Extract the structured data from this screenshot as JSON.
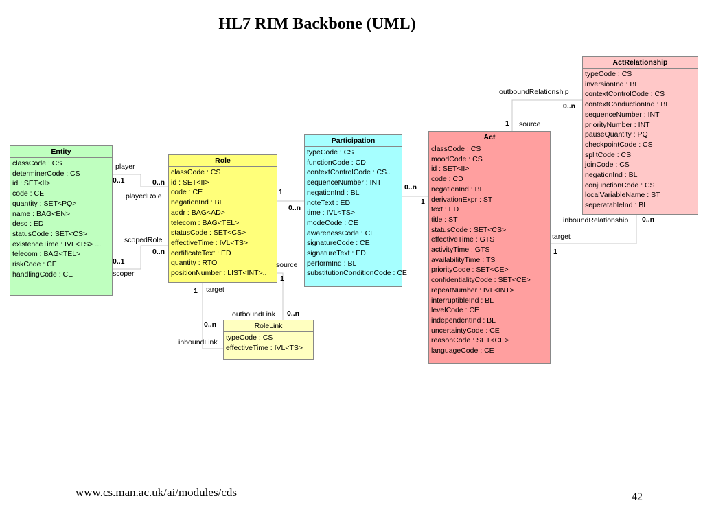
{
  "title": "HL7 RIM Backbone (UML)",
  "footer_url": "www.cs.man.ac.uk/ai/modules/cds",
  "page_number": "42",
  "classes": {
    "entity": {
      "name": "Entity",
      "attributes": [
        "classCode : CS",
        "determinerCode : CS",
        "id : SET<II>",
        "code : CE",
        "quantity : SET<PQ>",
        "name : BAG<EN>",
        "desc : ED",
        "statusCode : SET<CS>",
        "existenceTime : IVL<TS> ...",
        "telecom : BAG<TEL>",
        "riskCode : CE",
        "handlingCode : CE"
      ]
    },
    "role": {
      "name": "Role",
      "attributes": [
        "classCode : CS",
        "id : SET<II>",
        "code : CE",
        "negationInd : BL",
        "addr : BAG<AD>",
        "telecom : BAG<TEL>",
        "statusCode : SET<CS>",
        "effectiveTime : IVL<TS>",
        "certificateText : ED",
        "quantity : RTO",
        "positionNumber : LIST<INT>.."
      ]
    },
    "participation": {
      "name": "Participation",
      "attributes": [
        "typeCode : CS",
        "functionCode : CD",
        "contextControlCode : CS..",
        "sequenceNumber : INT",
        "negationInd : BL",
        "noteText : ED",
        "time : IVL<TS>",
        "modeCode : CE",
        "awarenessCode : CE",
        "signatureCode : CE",
        "signatureText : ED",
        "performInd : BL",
        "substitutionConditionCode : CE"
      ]
    },
    "act": {
      "name": "Act",
      "attributes": [
        "classCode : CS",
        "moodCode : CS",
        "id : SET<II>",
        "code : CD",
        "negationInd : BL",
        "derivationExpr : ST",
        "text : ED",
        "title : ST",
        "statusCode : SET<CS>",
        "effectiveTime : GTS",
        "activityTime : GTS",
        "availabilityTime : TS",
        "priorityCode : SET<CE>",
        "confidentialityCode : SET<CE>",
        "repeatNumber : IVL<INT>",
        "interruptibleInd : BL",
        "levelCode : CE",
        "independentInd : BL",
        "uncertaintyCode : CE",
        "reasonCode : SET<CE>",
        "languageCode : CE"
      ]
    },
    "act_relationship": {
      "name": "ActRelationship",
      "attributes": [
        "typeCode : CS",
        "inversionInd : BL",
        "contextControlCode : CS",
        "contextConductionInd : BL",
        "sequenceNumber : INT",
        "priorityNumber : INT",
        "pauseQuantity : PQ",
        "checkpointCode : CS",
        "splitCode : CS",
        "joinCode : CS",
        "negationInd : BL",
        "conjunctionCode : CS",
        "localVariableName : ST",
        "seperatableInd : BL"
      ]
    },
    "role_link": {
      "name": "RoleLink",
      "attributes": [
        "typeCode : CS",
        "effectiveTime : IVL<TS>"
      ]
    }
  },
  "associations": {
    "player": {
      "role_name": "player",
      "end_role_name": "playedRole",
      "mult_entity": "0..1",
      "mult_role": "0..n"
    },
    "scoper": {
      "role_name": "scoper",
      "end_role_name": "scopedRole",
      "mult_entity": "0..1",
      "mult_role": "0..n"
    },
    "role_participation": {
      "mult_role": "1",
      "mult_participation": "0..n"
    },
    "participation_act": {
      "mult_participation": "0..n",
      "mult_act": "1"
    },
    "role_rolelink": {
      "source_label": "source",
      "target_label": "target",
      "outbound_label": "outboundLink",
      "inbound_label": "inboundLink",
      "mult_source": "1",
      "mult_target": "1",
      "mult_outbound": "0..n",
      "mult_inbound": "0..n"
    },
    "act_actrelationship": {
      "source_label": "source",
      "target_label": "target",
      "outbound_label": "outboundRelationship",
      "inbound_label": "inboundRelationship",
      "mult_source": "1",
      "mult_target": "1",
      "mult_outbound": "0..n",
      "mult_inbound": "0..n"
    }
  },
  "colors": {
    "entity": "#bfffbf",
    "role": "#ffff7a",
    "participation": "#a6ffff",
    "act": "#ff9f9f",
    "act_relationship": "#ffc8c8",
    "role_link": "#ffffc0",
    "link_line": "#c8c8c8"
  }
}
